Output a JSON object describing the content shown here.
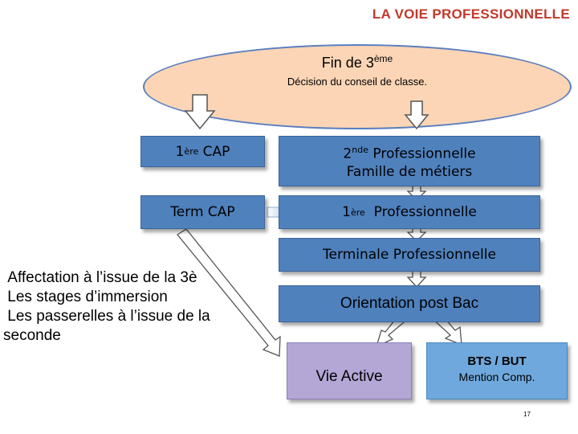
{
  "title": "LA VOIE PROFESSIONNELLE",
  "top_node": {
    "title": "Fin de 3",
    "title_sup": "ème",
    "subtitle": "Décision du conseil de classe."
  },
  "boxes": {
    "cap1": {
      "prefix": "1",
      "sup": "ère",
      "text": " CAP"
    },
    "term_cap": {
      "text": "Term CAP"
    },
    "seconde": {
      "prefix": "2",
      "sup": "nde",
      "text": " Professionnelle",
      "line2": "Famille de métiers"
    },
    "premiere": {
      "prefix": "1",
      "sup": "ère",
      "text": "  Professionnelle"
    },
    "terminale": {
      "text": "Terminale Professionnelle"
    },
    "orientation": {
      "text": "Orientation post Bac"
    },
    "vie_active": {
      "text": "Vie Active"
    },
    "bts": {
      "title": "BTS / BUT",
      "subtitle": "Mention Comp."
    }
  },
  "left_notes": [
    " Affectation à l’issue de la 3è",
    " Les stages d’immersion",
    " Les passerelles à l’issue de la seconde"
  ],
  "page_number": "17",
  "colors": {
    "title": "#c0392b",
    "ellipse_fill": "#fbd5b5",
    "box_blue": "#4f81bd",
    "box_purple": "#b4a7d6",
    "box_light_blue": "#6fa8dc"
  }
}
